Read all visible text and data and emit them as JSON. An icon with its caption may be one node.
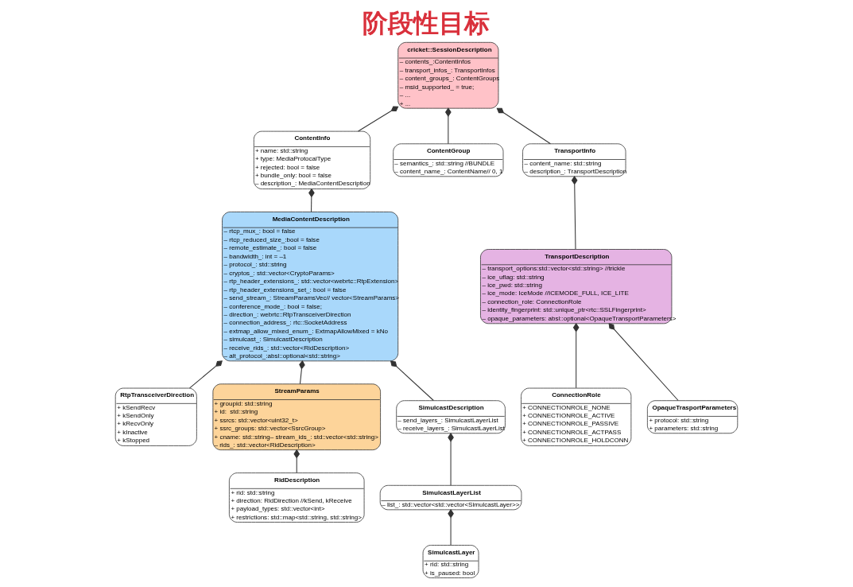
{
  "diagram": {
    "title": "阶段性目标",
    "nodes": [
      {
        "text": [
          "cricket::SessionDescription",
          "– contents_:ContentInfos",
          "– transport_infos_: TransportInfos",
          "– content_groups_: ContentGroups",
          "– msid_supported_ = true;",
          "– ...",
          "+ ..."
        ]
      },
      {
        "text": [
          "ContentInfo",
          "+ name: std::string",
          "+ type: MediaProtocalType",
          "+ rejected: bool = false",
          "+ bundle_only: bool = false",
          "– description_: MediaContentDescription"
        ]
      },
      {
        "text": [
          "ContentGroup",
          "– semantics_: std::string //BUNDLE",
          "– content_name_: ContentName// 0, 1"
        ]
      },
      {
        "text": [
          "TransportInfo",
          "– content_name: std::string",
          "– description_: TransportDescription"
        ]
      },
      {
        "text": [
          "MediaContentDescription",
          "– rtcp_mux_: bool = false",
          "– rtcp_reduced_size_:bool = false",
          "– remote_estimate_: bool = false",
          "– bandwidth_: int = –1",
          "– protocol_: std::string",
          "– cryptos_: std::vector<CryptoParams>",
          "– rtp_header_extensions_: std::vector<webrtc::RtpExtension>",
          "– rtp_header_extensions_set_: bool = false",
          "– send_stream_: StreamParamsVec// vector<StreamParams>",
          "– conference_mode_: bool = false;",
          "– direction_: webrtc::RtpTransceiverDirection",
          "– connection_address_: rtc::SocketAddress",
          "– extmap_allow_mixed_enum_: ExtmapAllowMixed = kNo",
          "– simulcast_: SimulcastDescription",
          "– receive_rids_: std::vector<RidDescription>",
          "– alt_protocol_:absl::optional<std::string>"
        ]
      },
      {
        "text": [
          "ConnectionRole",
          "+ CONNECTIONROLE_NONE",
          "+ CONNECTIONROLE_ACTIVE",
          "+ CONNECTIONROLE_PASSIVE",
          "+ CONNECTIONROLE_ACTPASS",
          "+ CONNECTIONROLE_HOLDCONN"
        ]
      },
      {
        "text": [
          "TransportDescription",
          "– transport_options:std::vector<std::string> //trickle",
          "– ice_uflag: std::string",
          "– ice_pwd: std::string",
          "– ice_mode: IceMode //ICEMODE_FULL, ICE_LITE",
          "– connection_role: ConnectionRole",
          "– identity_fingerprint: std::unique_ptr<rtc::SSLFingerprint>",
          "– opaque_parameters: absl::optional<OpaqueTransportParameters>"
        ]
      },
      {
        "text": [
          "OpaqueTrasportParameters",
          "+ protocol: std::string",
          "+ parameters: std::string"
        ]
      },
      {
        "text": [
          "RtpTransceiverDirection",
          "+ kSendRecv",
          "+ kSendOnly",
          "+ kRecvOnly",
          "+ kInactive",
          "+ kStopped"
        ]
      },
      {
        "text": [
          "StreamParams",
          "+ groupid: std::string",
          "+ id:  std::string",
          "+ ssrcs: std::vector<uint32_t>",
          "+ ssrc_groups: std::vector<SsrcGroup>",
          "+ cname: std::string– stream_ids_: std::vector<std::string>",
          "– rids_: std::vector<RidDescription>"
        ]
      },
      {
        "text": [
          "SimulcastDescription",
          "– send_layers_: SimulcastLayerList",
          "– receive_layers_: SimulcastLayerList"
        ]
      },
      {
        "text": [
          "RidDescription",
          "+ rid: std::string",
          "+ direction: RidDirection //kSend, kReceive",
          "+ payload_types: std::vector<int>",
          "+ restrictions: std::map<std::string, std::string>"
        ]
      },
      {
        "text": [
          "SimulcastLayerList",
          "– list_: std::vector<std::vector<SimulcastLayer>>"
        ]
      },
      {
        "text": [
          "SimulcastLayer",
          "+ rid: std::string",
          "+ is_paused: bool"
        ]
      }
    ],
    "edges": [
      {
        "from": 1,
        "to": 0,
        "arrow": "other"
      },
      {
        "from": 3,
        "to": 0,
        "arrow": "other"
      },
      {
        "from": 2,
        "to": 0,
        "arrow": "other"
      },
      {
        "from": 4,
        "to": 1,
        "arrow": "other"
      },
      {
        "from": 6,
        "to": 3,
        "arrow": "other"
      },
      {
        "from": 5,
        "to": 6,
        "arrow": "other"
      },
      {
        "from": 7,
        "to": 6,
        "arrow": "other"
      },
      {
        "from": 8,
        "to": 4,
        "arrow": "other"
      },
      {
        "from": 10,
        "to": 4,
        "arrow": "other"
      },
      {
        "from": 9,
        "to": 4,
        "arrow": "other"
      },
      {
        "from": 11,
        "to": 9,
        "arrow": "other"
      },
      {
        "from": 12,
        "to": 10,
        "arrow": "other"
      },
      {
        "from": 13,
        "to": 12,
        "arrow": "other"
      }
    ]
  }
}
